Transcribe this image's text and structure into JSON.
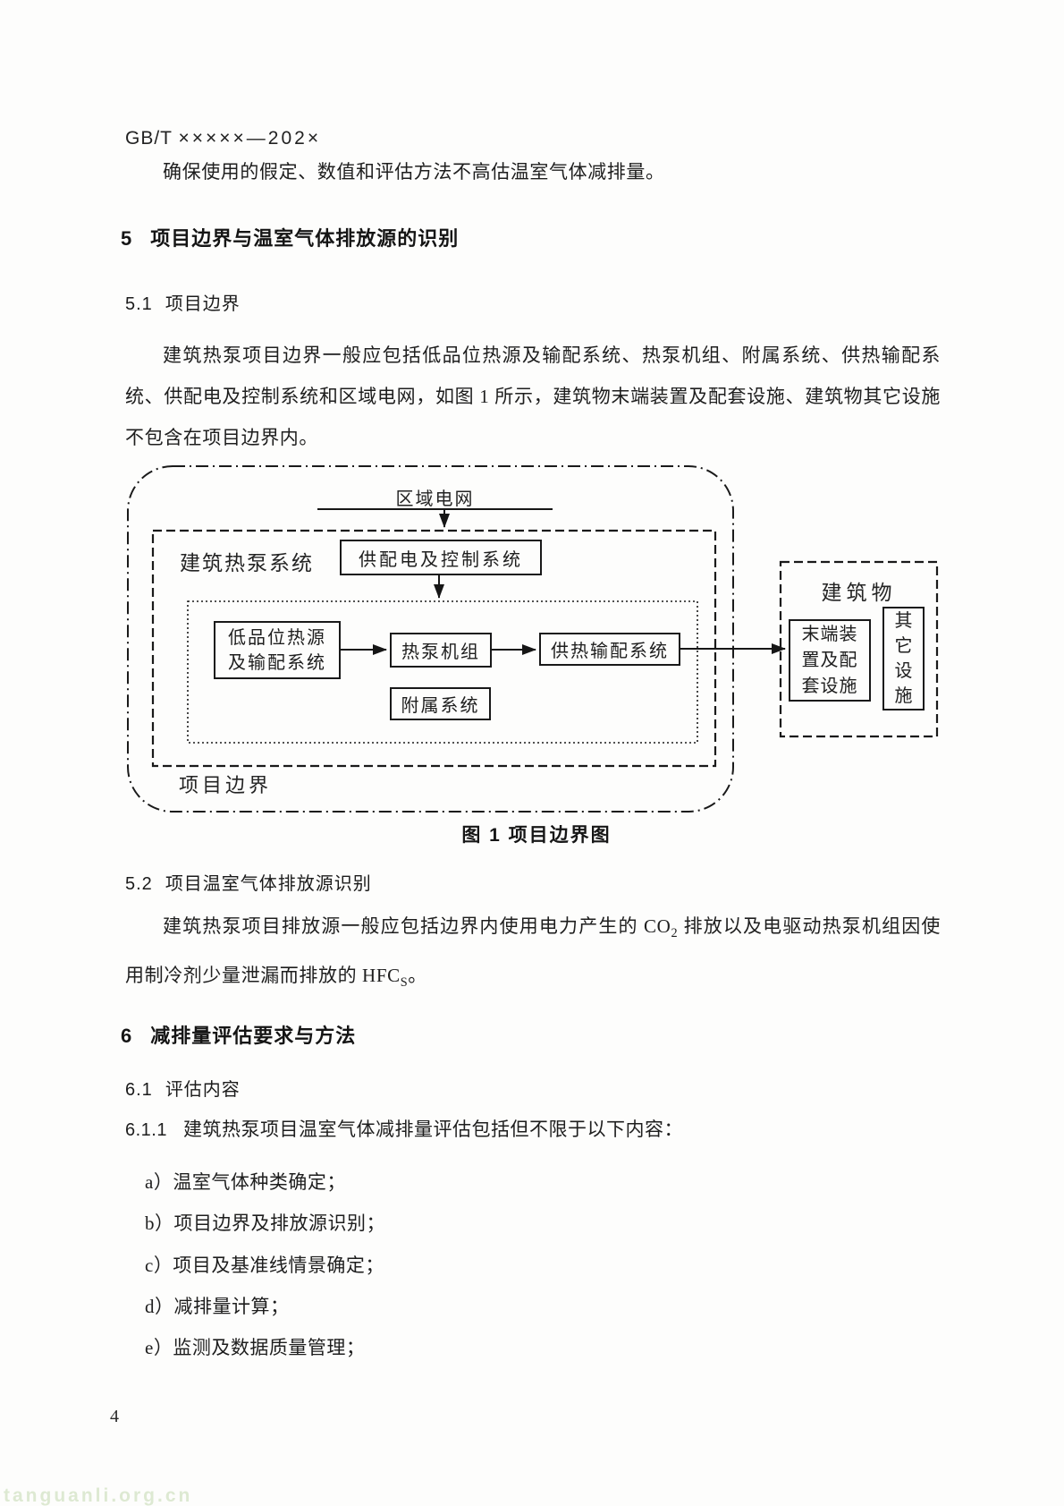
{
  "colors": {
    "ink": "#1e1e1e",
    "watermark": "#dde9d2"
  },
  "header": {
    "code_prefix": "GB/T",
    "code_suffix": "×××××—202×"
  },
  "intro_paragraph": "确保使用的假定、数值和评估方法不高估温室气体减排量。",
  "section5": {
    "heading": {
      "num": "5",
      "title": "项目边界与温室气体排放源的识别"
    },
    "s51": {
      "num": "5.1",
      "title": "项目边界",
      "paragraph": "建筑热泵项目边界一般应包括低品位热源及输配系统、热泵机组、附属系统、供热输配系统、供配电及控制系统和区域电网，如图 1 所示，建筑物末端装置及配套设施、建筑物其它设施不包含在项目边界内。"
    },
    "s52": {
      "num": "5.2",
      "title": "项目温室气体排放源识别",
      "para_part1": "建筑热泵项目排放源一般应包括边界内使用电力产生的 CO",
      "para_sub1": "2",
      "para_part2": " 排放以及电驱动热泵机组因使用制冷剂少量泄漏而排放的 HFC",
      "para_sub2": "S",
      "para_part3": "。"
    }
  },
  "figure": {
    "caption": "图 1 项目边界图",
    "labels": {
      "grid": "区域电网",
      "system": "建筑热泵系统",
      "power": "供配电及控制系统",
      "low_grade_line1": "低品位热源",
      "low_grade_line2": "及输配系统",
      "unit": "热泵机组",
      "supply": "供热输配系统",
      "aux": "附属系统",
      "boundary": "项目边界",
      "building": "建筑物",
      "terminal": "末端装置及配套设施",
      "other": "其它设施"
    }
  },
  "section6": {
    "heading": {
      "num": "6",
      "title": "减排量评估要求与方法"
    },
    "s61": {
      "num": "6.1",
      "title": "评估内容"
    },
    "s611": {
      "num": "6.1.1",
      "text": "建筑热泵项目温室气体减排量评估包括但不限于以下内容："
    },
    "items": [
      "a）温室气体种类确定；",
      "b）项目边界及排放源识别；",
      "c）项目及基准线情景确定；",
      "d）减排量计算；",
      "e）监测及数据质量管理；"
    ]
  },
  "footer": {
    "page_number": "4",
    "watermark": "tanguanli.org.cn"
  }
}
